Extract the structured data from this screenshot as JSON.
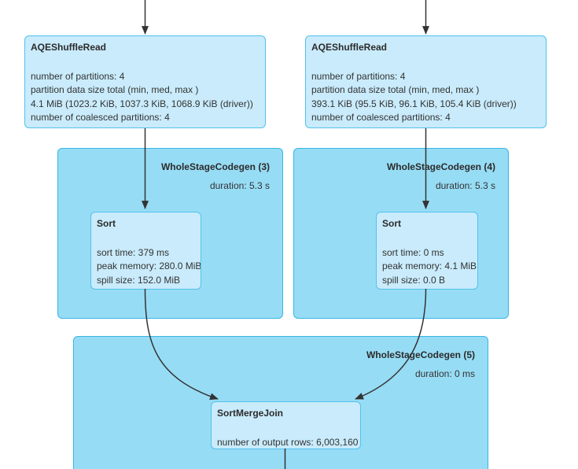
{
  "colors": {
    "cluster_fill": "#97DCF5",
    "cluster_border": "#36B6E4",
    "node_fill": "#C9EBFB",
    "node_border": "#52C2EC",
    "edge": "#333333",
    "text": "#333333"
  },
  "nodes": {
    "aqe_left": {
      "title": "AQEShuffleRead",
      "lines": [
        "number of partitions: 4",
        "partition data size total (min, med, max )",
        "4.1 MiB (1023.2 KiB, 1037.3 KiB, 1068.9 KiB (driver))",
        "number of coalesced partitions: 4"
      ]
    },
    "aqe_right": {
      "title": "AQEShuffleRead",
      "lines": [
        "number of partitions: 4",
        "partition data size total (min, med, max )",
        "393.1 KiB (95.5 KiB, 96.1 KiB, 105.4 KiB (driver))",
        "number of coalesced partitions: 4"
      ]
    },
    "sort_left": {
      "title": "Sort",
      "lines": [
        "sort time: 379 ms",
        "peak memory: 280.0 MiB",
        "spill size: 152.0 MiB"
      ]
    },
    "sort_right": {
      "title": "Sort",
      "lines": [
        "sort time: 0 ms",
        "peak memory: 4.1 MiB",
        "spill size: 0.0 B"
      ]
    },
    "smj": {
      "title": "SortMergeJoin",
      "lines": [
        "number of output rows: 6,003,160"
      ]
    }
  },
  "clusters": {
    "wsc3": {
      "title": "WholeStageCodegen (3)",
      "duration": "duration: 5.3 s"
    },
    "wsc4": {
      "title": "WholeStageCodegen (4)",
      "duration": "duration: 5.3 s"
    },
    "wsc5": {
      "title": "WholeStageCodegen (5)",
      "duration": "duration: 0 ms"
    }
  }
}
